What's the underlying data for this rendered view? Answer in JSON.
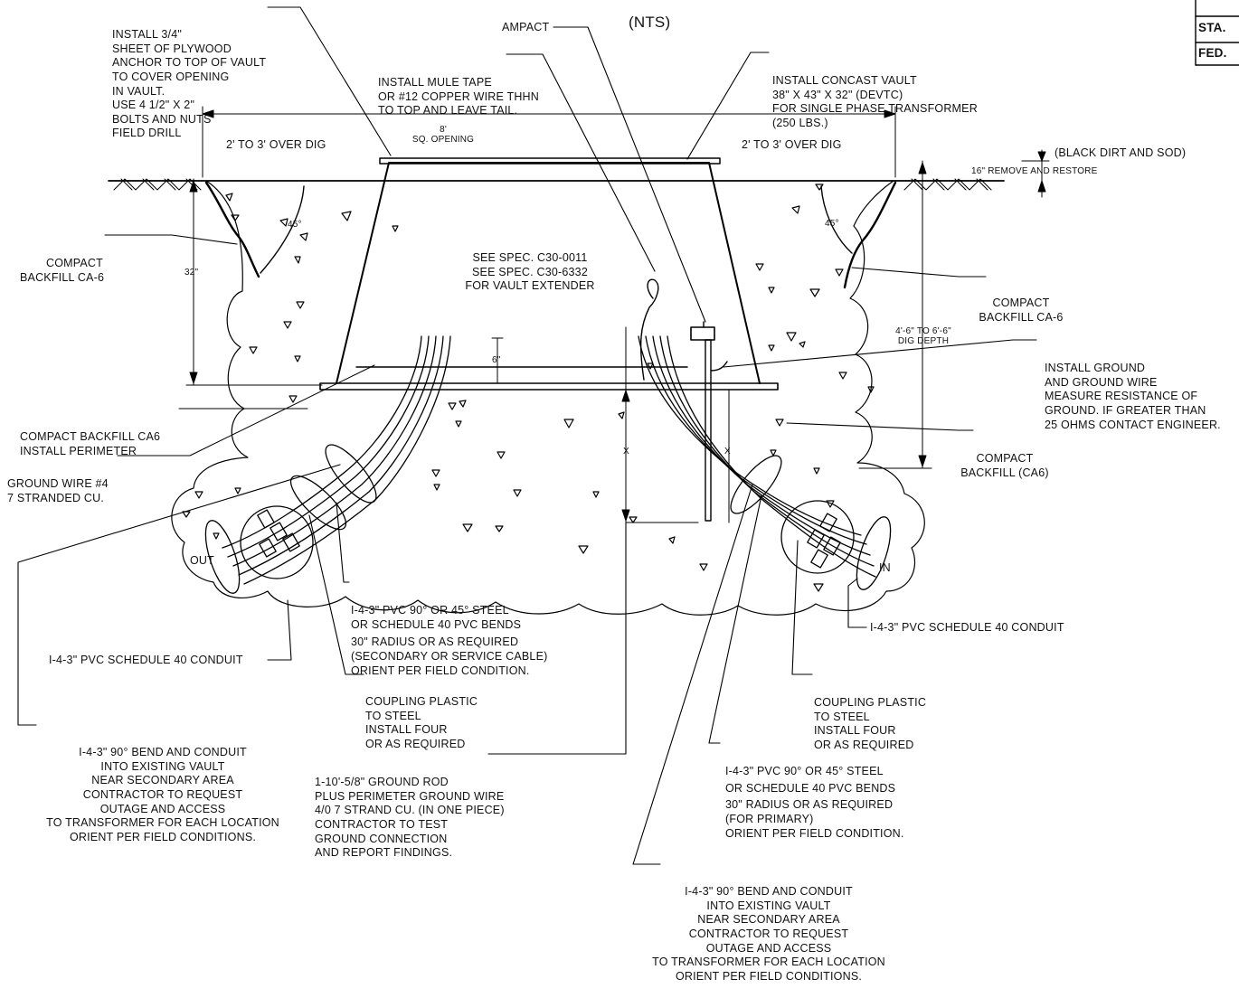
{
  "title_mark": "(NTS)",
  "title_block": {
    "row1": "STA.",
    "row2": "FED."
  },
  "labels": {
    "plywood": [
      "INSTALL 3/4\"",
      "SHEET OF PLYWOOD",
      "ANCHOR TO TOP OF VAULT",
      "TO COVER OPENING",
      "IN VAULT.",
      "USE 4 1/2\" X 2\"",
      "BOLTS AND NUTS",
      "FIELD DRILL"
    ],
    "ampact": "AMPACT",
    "mule_tape": [
      "INSTALL MULE TAPE",
      "OR #12 COPPER WIRE THHN",
      "TO TOP AND LEAVE TAIL."
    ],
    "vault": [
      "INSTALL CONCAST VAULT",
      "38\" X 43\" X 32\" (DEVTC)",
      "FOR SINGLE PHASE TRANSFORMER",
      "(250 LBS.)"
    ],
    "opening_dim": [
      "8'",
      "SQ. OPENING"
    ],
    "over_dig_left": "2' TO 3' OVER DIG",
    "over_dig_right": "2' TO 3' OVER DIG",
    "black_dirt": "(BLACK DIRT AND SOD)",
    "remove_restore": "16\" REMOVE AND RESTORE",
    "compact_left": [
      "COMPACT",
      "BACKFILL CA-6"
    ],
    "angle_left": "45°",
    "angle_right": "45°",
    "dim_32": "32\"",
    "see_spec": [
      "SEE SPEC. C30-0011",
      "SEE SPEC. C30-6332",
      "FOR VAULT EXTENDER"
    ],
    "compact_right": [
      "COMPACT",
      "BACKFILL CA-6"
    ],
    "dig_depth": [
      "4'-6\" TO 6'-6\"",
      "DIG DEPTH"
    ],
    "ground": [
      "INSTALL GROUND",
      "AND GROUND WIRE",
      "MEASURE RESISTANCE OF",
      "GROUND. IF GREATER THAN",
      "25 OHMS CONTACT ENGINEER."
    ],
    "dim_6": "6\"",
    "perimeter": [
      "COMPACT BACKFILL CA6",
      "INSTALL PERIMETER"
    ],
    "compact_right2": [
      "COMPACT",
      "BACKFILL (CA6)"
    ],
    "ground_wire": [
      "GROUND WIRE #4",
      "7 STRANDED CU."
    ],
    "x_mark": "X",
    "out": "OUT",
    "in": "IN",
    "pvc_bends_left": [
      "I-4-3\" PVC 90° OR 45° STEEL",
      "OR SCHEDULE 40 PVC BENDS",
      "30\" RADIUS OR AS REQUIRED",
      "(SECONDARY OR SERVICE CABLE)",
      "ORIENT PER FIELD CONDITION."
    ],
    "conduit_right": "I-4-3\" PVC SCHEDULE 40 CONDUIT",
    "conduit_left": "I-4-3\" PVC SCHEDULE 40 CONDUIT",
    "coupling_left": [
      "COUPLING PLASTIC",
      "TO STEEL",
      "INSTALL FOUR",
      "OR AS REQUIRED"
    ],
    "coupling_right": [
      "COUPLING PLASTIC",
      "TO STEEL",
      "INSTALL FOUR",
      "OR AS REQUIRED"
    ],
    "bend_left": [
      "I-4-3\" 90° BEND AND CONDUIT",
      "INTO EXISTING VAULT",
      "NEAR SECONDARY AREA",
      "CONTRACTOR TO REQUEST",
      "OUTAGE AND ACCESS",
      "TO TRANSFORMER FOR EACH LOCATION",
      "ORIENT PER FIELD CONDITIONS."
    ],
    "ground_rod": [
      "1-10'-5/8\" GROUND ROD",
      "PLUS PERIMETER GROUND WIRE",
      "4/0 7 STRAND CU. (IN ONE PIECE)",
      "CONTRACTOR TO TEST",
      "GROUND CONNECTION",
      "AND REPORT FINDINGS."
    ],
    "pvc_bends_right": [
      "I-4-3\" PVC 90° OR 45° STEEL",
      "OR SCHEDULE 40 PVC BENDS",
      "30\" RADIUS OR AS REQUIRED",
      "(FOR PRIMARY)",
      "ORIENT PER FIELD CONDITION."
    ],
    "bend_right": [
      "I-4-3\" 90° BEND AND CONDUIT",
      "INTO EXISTING VAULT",
      "NEAR SECONDARY AREA",
      "CONTRACTOR TO REQUEST",
      "OUTAGE AND ACCESS",
      "TO TRANSFORMER FOR EACH LOCATION",
      "ORIENT PER FIELD CONDITIONS."
    ]
  }
}
